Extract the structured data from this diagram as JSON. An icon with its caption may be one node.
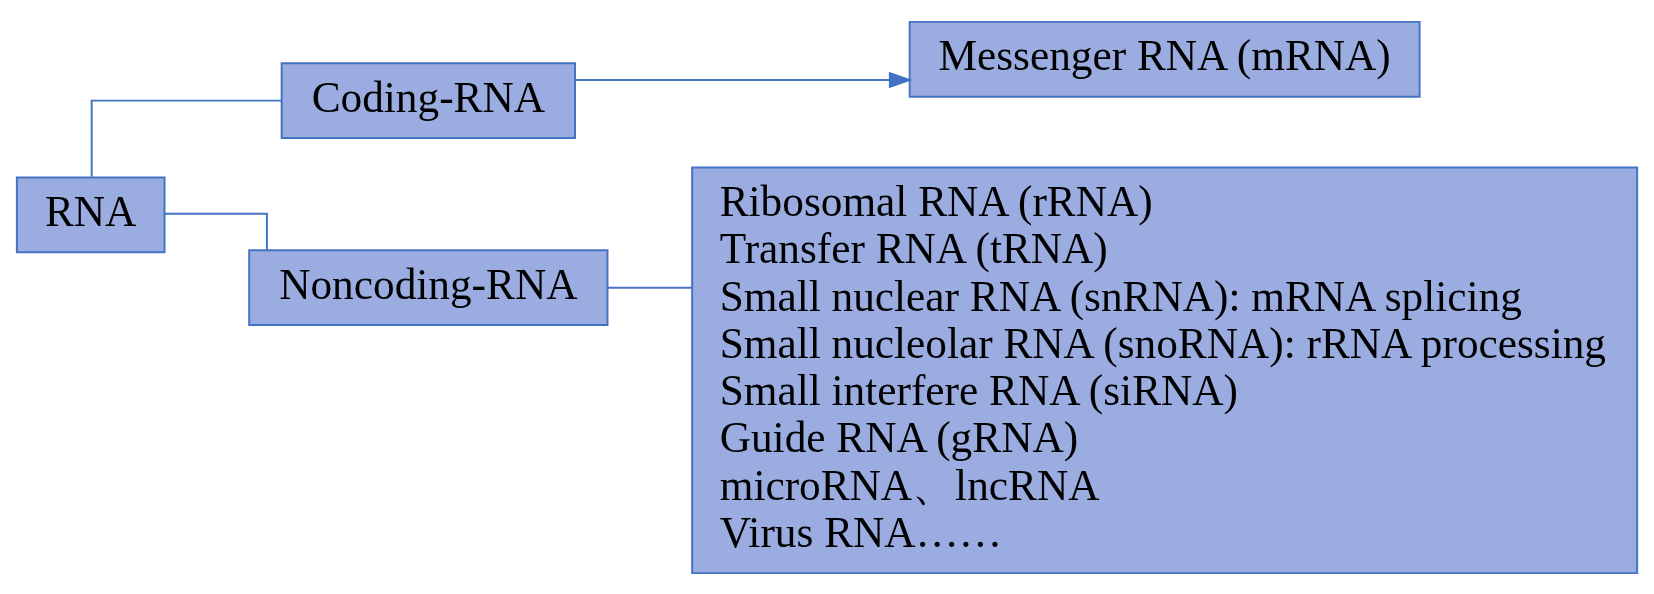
{
  "diagram": {
    "nodes": [
      {
        "text": [
          "RNA"
        ]
      },
      {
        "text": [
          "Coding-RNA"
        ]
      },
      {
        "text": [
          "Messenger RNA (mRNA)"
        ]
      },
      {
        "text": [
          "Noncoding-RNA"
        ]
      },
      {
        "text": [
          "Ribosomal RNA (rRNA)",
          "Transfer RNA (tRNA)",
          "Small nuclear RNA (snRNA): mRNA splicing",
          "Small nucleolar RNA (snoRNA): rRNA processing",
          "Small interfere RNA (siRNA)",
          "Guide RNA (gRNA)",
          "microRNA、lncRNA",
          "Virus RNA……"
        ]
      }
    ],
    "edges": [
      {
        "from": 0,
        "to": 1,
        "arrow": "none"
      },
      {
        "from": 0,
        "to": 3,
        "arrow": "none"
      },
      {
        "from": 1,
        "to": 2,
        "arrow": "to"
      },
      {
        "from": 3,
        "to": 4,
        "arrow": "none"
      }
    ]
  }
}
